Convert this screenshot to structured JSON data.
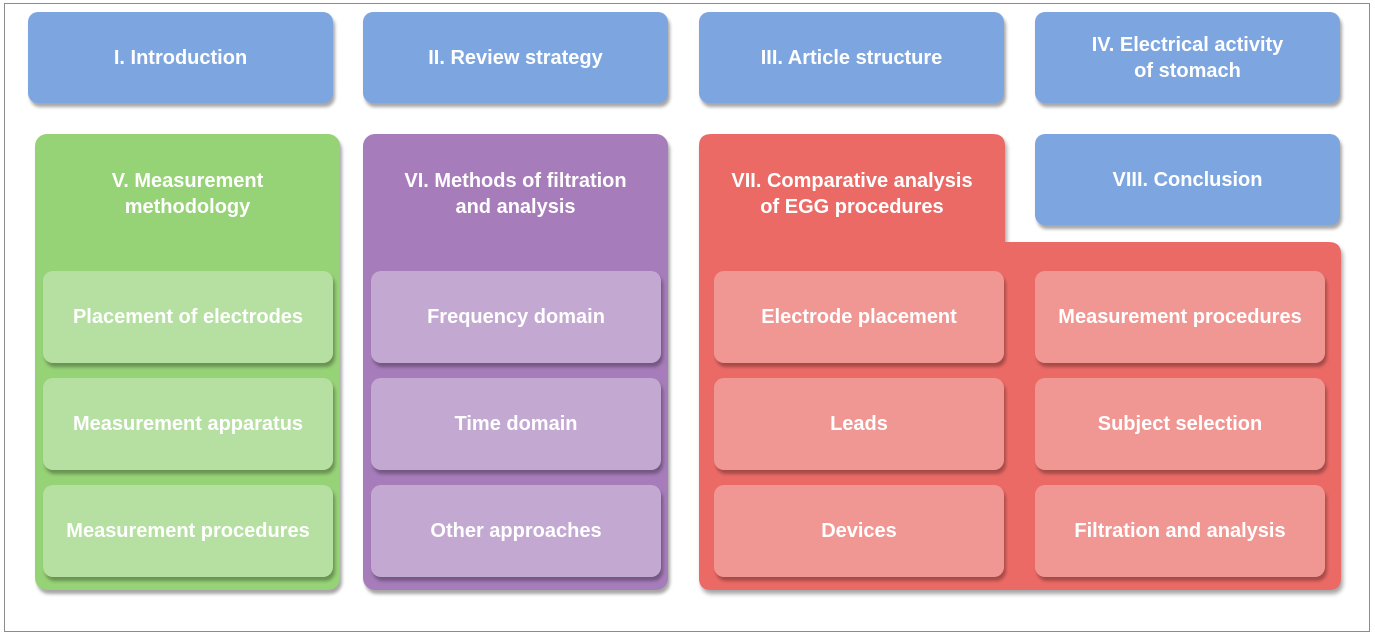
{
  "top_row": [
    {
      "label": "I. Introduction"
    },
    {
      "label": "II. Review strategy"
    },
    {
      "label": "III. Article structure"
    },
    {
      "label": "IV. Electrical activity\nof stomach"
    }
  ],
  "conclusion": {
    "label": "VIII. Conclusion"
  },
  "sections": {
    "measurement": {
      "title": "V. Measurement\nmethodology",
      "items": [
        "Placement of electrodes",
        "Measurement apparatus",
        "Measurement procedures"
      ]
    },
    "filtration": {
      "title": "VI. Methods of filtration\nand analysis",
      "items": [
        "Frequency domain",
        "Time domain",
        "Other approaches"
      ]
    },
    "comparative": {
      "title": "VII. Comparative analysis\nof EGG procedures",
      "items": [
        "Electrode placement",
        "Measurement procedures",
        "Leads",
        "Subject selection",
        "Devices",
        "Filtration and analysis"
      ]
    }
  },
  "colors": {
    "blue": "#7da6e0",
    "green": "#96d276",
    "green_light": "#b6e0a2",
    "purple": "#a67cba",
    "purple_light": "#c3a9d2",
    "red": "#ec6a66",
    "red_light": "#f09793"
  }
}
